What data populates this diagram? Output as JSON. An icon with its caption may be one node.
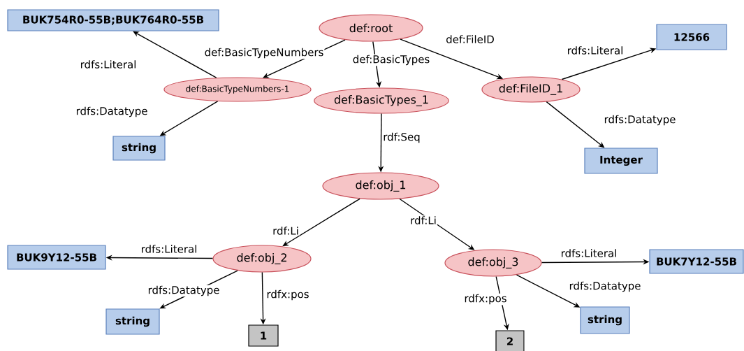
{
  "diagram": {
    "nodes": [
      {
        "text": [
          "def:root"
        ]
      },
      {
        "text": [
          "def:BasicTypeNumbers-1"
        ]
      },
      {
        "text": [
          "def:BasicTypes_1"
        ]
      },
      {
        "text": [
          "def:FileID_1"
        ]
      },
      {
        "text": [
          "BUK754R0-55B;BUK764R0-55B"
        ]
      },
      {
        "text": [
          "string"
        ]
      },
      {
        "text": [
          "12566"
        ]
      },
      {
        "text": [
          "Integer"
        ]
      },
      {
        "text": [
          "def:obj_1"
        ]
      },
      {
        "text": [
          "def:obj_2"
        ]
      },
      {
        "text": [
          "BUK9Y12-55B"
        ]
      },
      {
        "text": [
          "string"
        ]
      },
      {
        "text": [
          "1"
        ]
      },
      {
        "text": [
          "def:obj_3"
        ]
      },
      {
        "text": [
          "BUK7Y12-55B"
        ]
      },
      {
        "text": [
          "string"
        ]
      },
      {
        "text": [
          "2"
        ]
      }
    ],
    "edges": [
      {
        "from": 0,
        "to": 1,
        "arrow": "to",
        "label": "def:BasicTypeNumbers"
      },
      {
        "from": 0,
        "to": 2,
        "arrow": "to",
        "label": "def:BasicTypes"
      },
      {
        "from": 0,
        "to": 3,
        "arrow": "to",
        "label": "def:FileID"
      },
      {
        "from": 1,
        "to": 4,
        "arrow": "to",
        "label": "rdfs:Literal"
      },
      {
        "from": 1,
        "to": 5,
        "arrow": "to",
        "label": "rdfs:Datatype"
      },
      {
        "from": 3,
        "to": 6,
        "arrow": "to",
        "label": "rdfs:Literal"
      },
      {
        "from": 3,
        "to": 7,
        "arrow": "to",
        "label": "rdfs:Datatype"
      },
      {
        "from": 2,
        "to": 8,
        "arrow": "to",
        "label": "rdf:Seq"
      },
      {
        "from": 8,
        "to": 9,
        "arrow": "to",
        "label": "rdf:Li"
      },
      {
        "from": 8,
        "to": 13,
        "arrow": "to",
        "label": "rdf:Li"
      },
      {
        "from": 9,
        "to": 10,
        "arrow": "to",
        "label": "rdfs:Literal"
      },
      {
        "from": 9,
        "to": 11,
        "arrow": "to",
        "label": "rdfs:Datatype"
      },
      {
        "from": 9,
        "to": 12,
        "arrow": "to",
        "label": "rdfx:pos"
      },
      {
        "from": 13,
        "to": 14,
        "arrow": "to",
        "label": "rdfs:Literal"
      },
      {
        "from": 13,
        "to": 15,
        "arrow": "to",
        "label": "rdfs:Datatype"
      },
      {
        "from": 13,
        "to": 16,
        "arrow": "to",
        "label": "rdfx:pos"
      }
    ]
  }
}
